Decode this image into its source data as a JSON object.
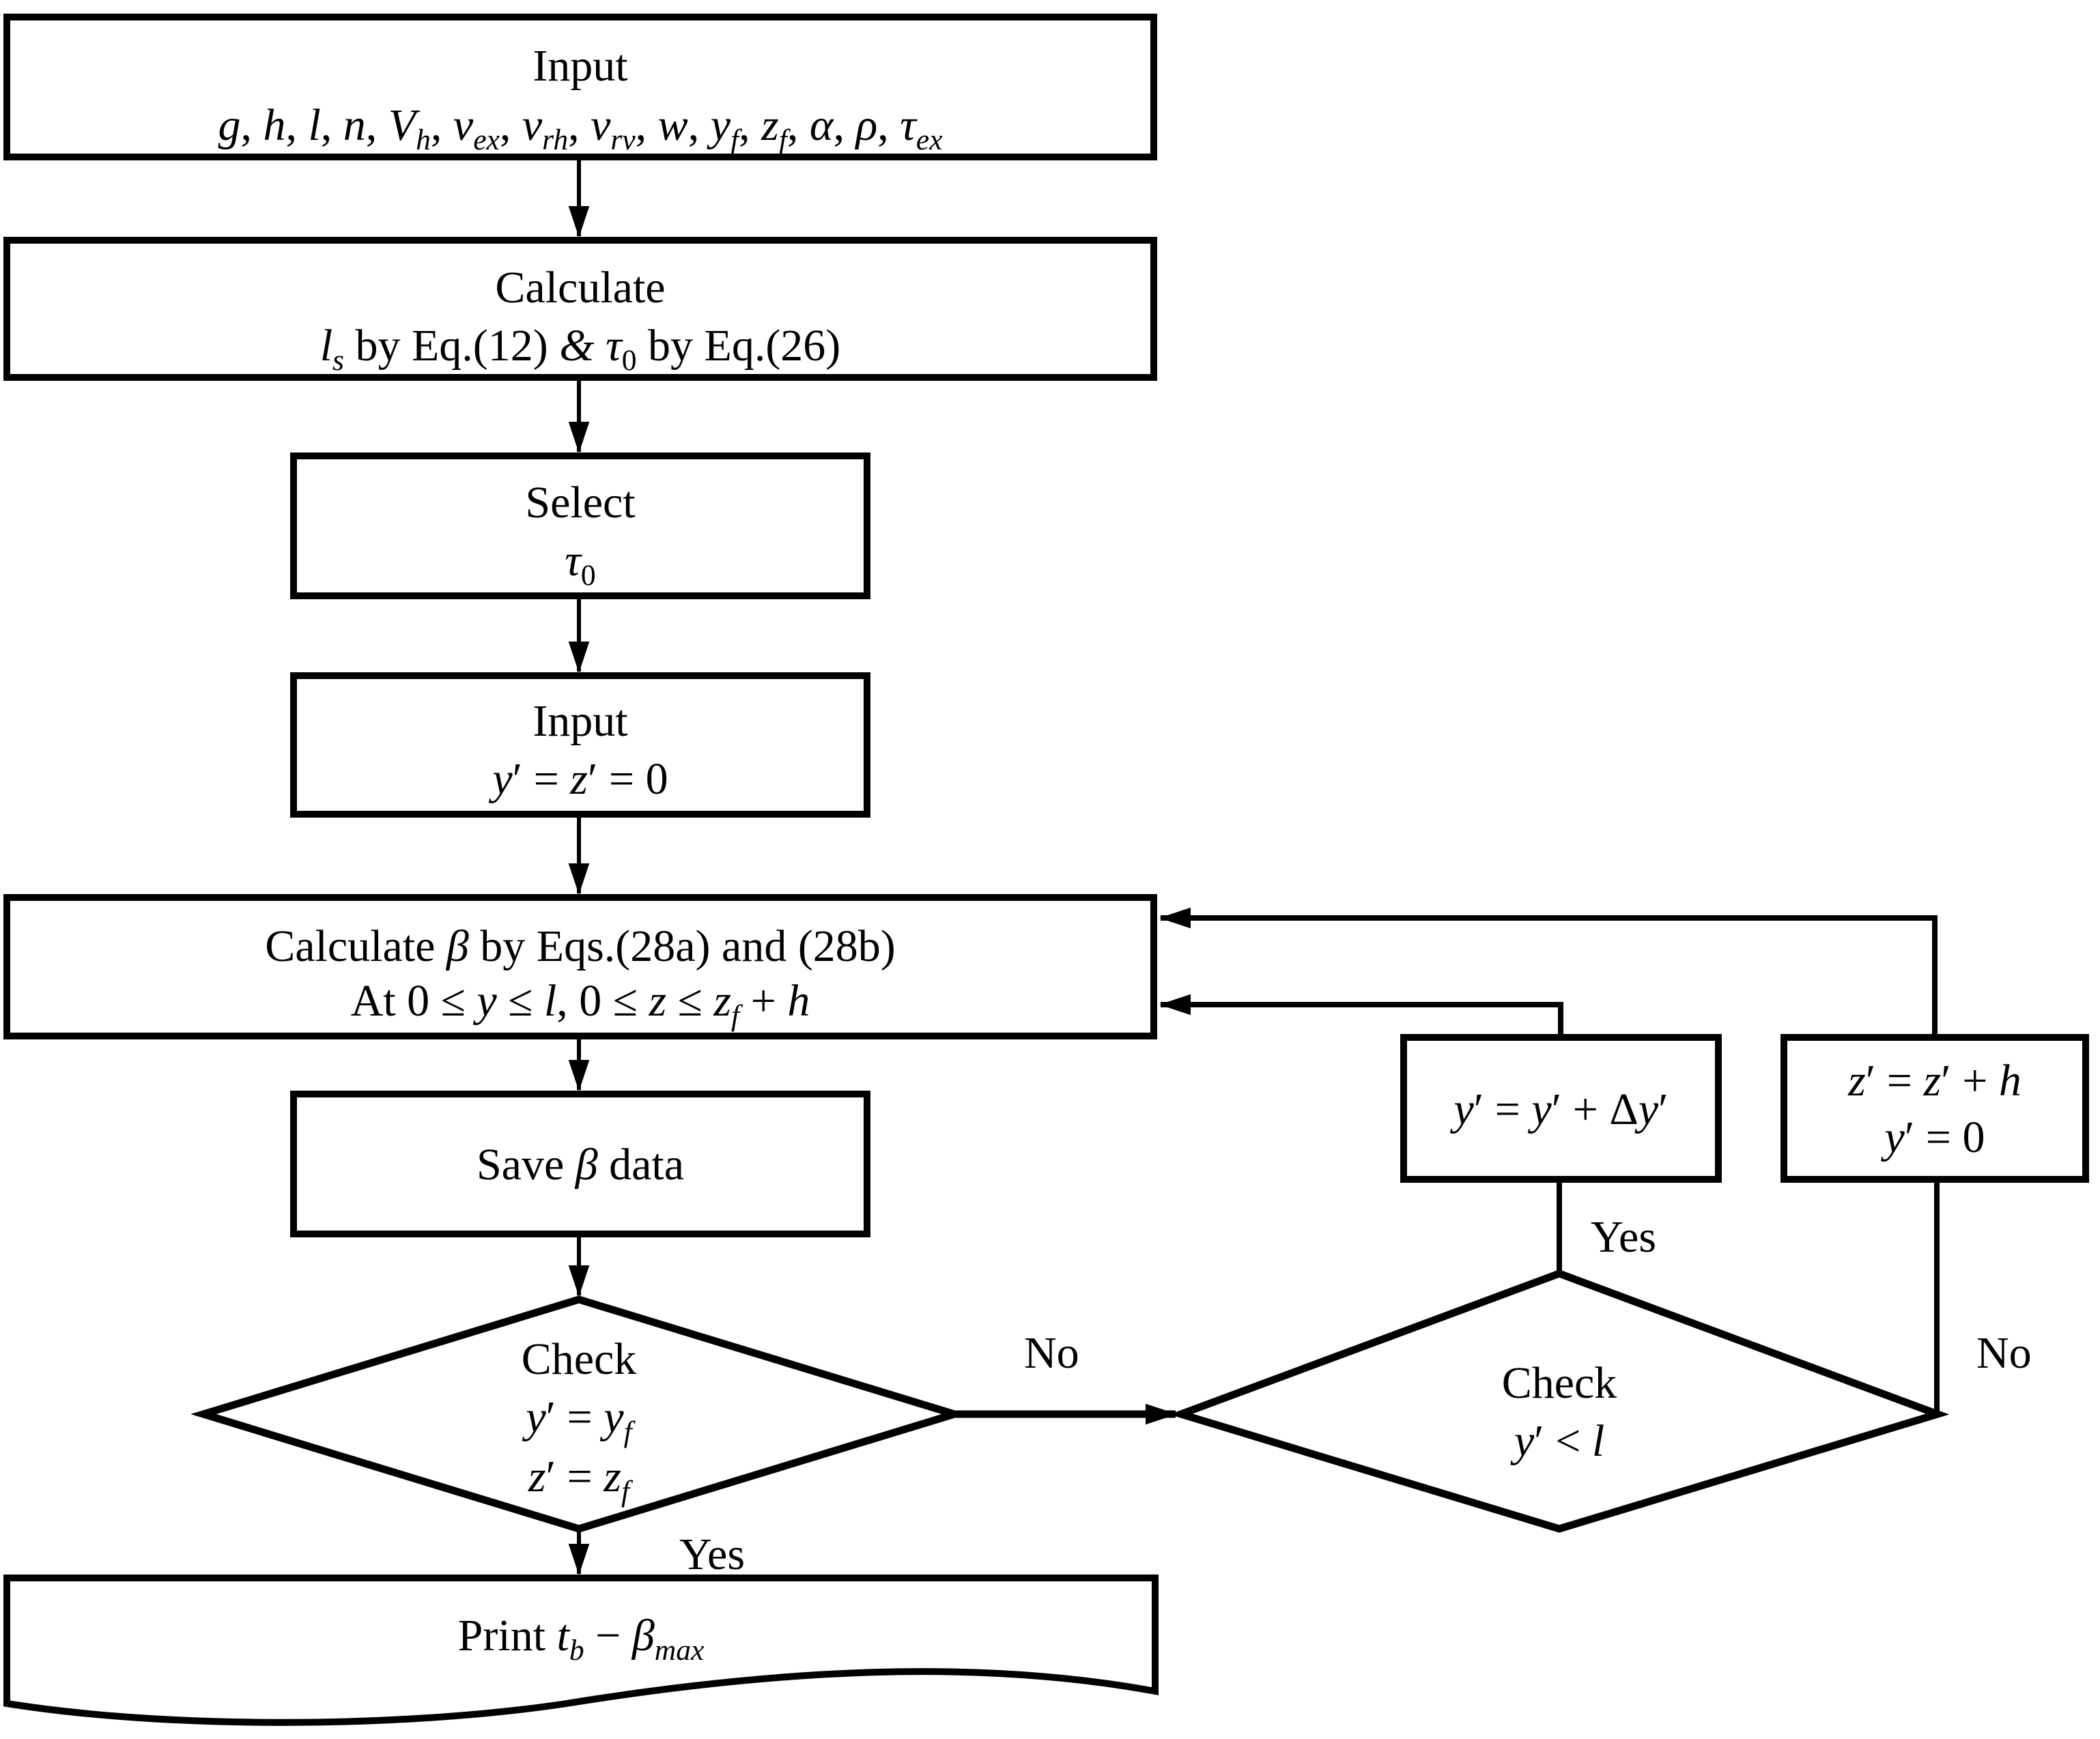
{
  "colors": {
    "background": "#ffffff",
    "line": "#000000",
    "text": "#000000"
  },
  "nodes": {
    "input_params": {
      "title": "Input",
      "math": "<i>g</i>, <i>h</i>, <i>l</i>, <i>n</i>, <i>V<sub>h</sub></i>, <i>v<sub>ex</sub></i>, <i>v<sub>rh</sub></i>, <i>v<sub>rv</sub></i>, <i>w</i>, <i>y<sub>f</sub></i>, <i>z<sub>f</sub></i>, <i>α</i>, <i>ρ</i>, <i>τ<sub>ex</sub></i>"
    },
    "calc_ls_tau": {
      "title": "Calculate",
      "math": "<i>l<sub>s</sub></i> by Eq.(12) <i>&amp;</i> <i>τ</i><sub>0</sub> by Eq.(26)"
    },
    "select_tau": {
      "title": "Select",
      "math": "<i>τ</i><sub>0</sub>"
    },
    "input_yz": {
      "title": "Input",
      "math": "<i>y</i>′ = <i>z</i>′ = 0"
    },
    "calc_beta": {
      "line1": "Calculate <i>β</i> by Eqs.(28a) and (28b)",
      "line2": "At 0 ≤ <i>y</i> ≤ <i>l</i>, 0 ≤ <i>z</i> ≤ <i>z<sub>f</sub></i> + <i>h</i>"
    },
    "save_beta": {
      "math": "Save <i>β</i> data"
    },
    "check_final": {
      "title": "Check",
      "line1": "<i>y</i>′ = <i>y<sub>f</sub></i>",
      "line2": "<i>z</i>′ = <i>z<sub>f</sub></i>"
    },
    "check_y": {
      "title": "Check",
      "cond": "<i>y</i>′ &lt; <i>l</i>"
    },
    "inc_y": {
      "math": "<i>y</i>′ = <i>y</i>′ + Δ<i>y</i>′"
    },
    "inc_z": {
      "line1": "<i>z</i>′ = <i>z</i>′ + <i>h</i>",
      "line2": "<i>y</i>′ = 0"
    },
    "print_out": {
      "math": "Print <i>t<sub>b</sub></i> − <i>β<sub>max</sub></i>"
    }
  },
  "edge_labels": {
    "yes1": "Yes",
    "no1": "No",
    "yes2": "Yes",
    "no2": "No"
  }
}
